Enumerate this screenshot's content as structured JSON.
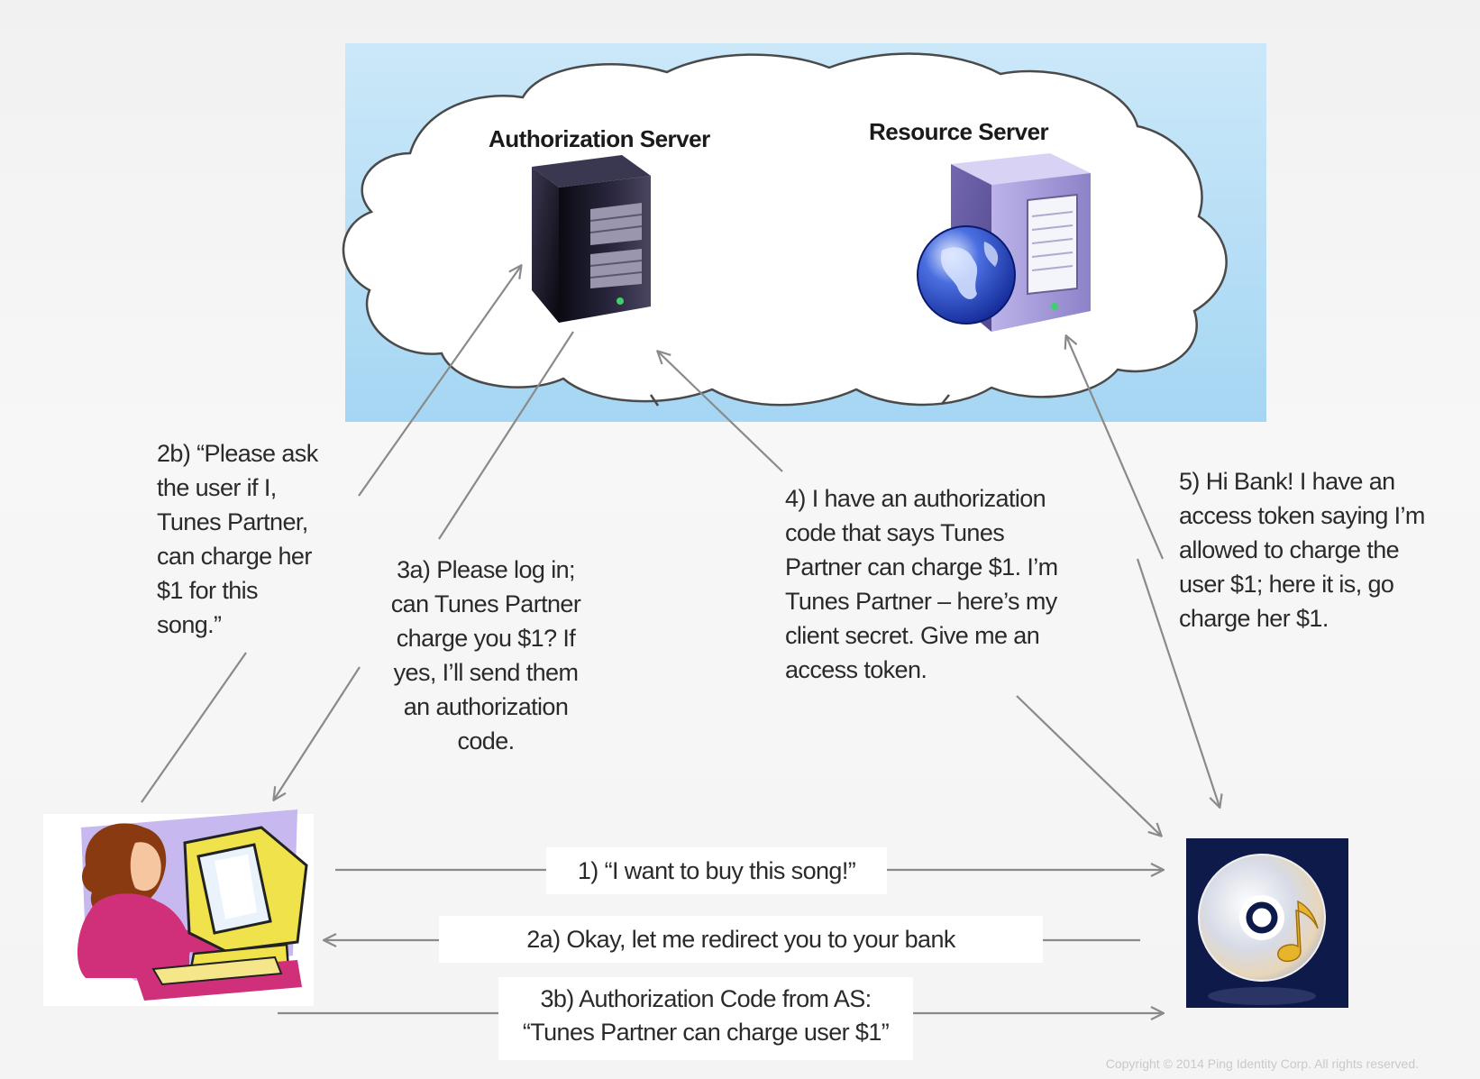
{
  "servers": {
    "auth_label": "Authorization Server",
    "resource_label": "Resource Server"
  },
  "steps": {
    "s2b": [
      "2b) “Please ask",
      "the user if I,",
      "Tunes Partner,",
      "can charge her",
      "$1 for this",
      "song.”"
    ],
    "s3a": [
      "3a) Please log in;",
      "can Tunes Partner",
      "charge you $1? If",
      "yes, I’ll send them",
      "an authorization",
      "code."
    ],
    "s4": [
      "4) I have an authorization",
      "code that says Tunes",
      "Partner can charge $1. I’m",
      "Tunes Partner – here’s my",
      "client secret. Give me an",
      "access token."
    ],
    "s5": [
      "5) Hi Bank! I have an",
      "access token saying I’m",
      "allowed to charge the",
      "user $1; here it is, go",
      "charge her $1."
    ],
    "s1": "1) “I want to buy this song!”",
    "s2a": "2a) Okay, let me redirect you to your bank",
    "s3b": [
      "3b) Authorization Code from AS:",
      "“Tunes Partner can charge user $1”"
    ]
  },
  "copyright": "Copyright © 2014 Ping Identity Corp. All rights reserved.",
  "icons": [
    "authorization-server-icon",
    "resource-server-icon",
    "globe-icon",
    "user-computer-icon",
    "music-cd-icon"
  ],
  "colors": {
    "sky_top": "#c9e7f8",
    "sky_bottom": "#a6d7f3",
    "arrow": "#8a8a8a",
    "cd_background": "#0e1a4a"
  }
}
